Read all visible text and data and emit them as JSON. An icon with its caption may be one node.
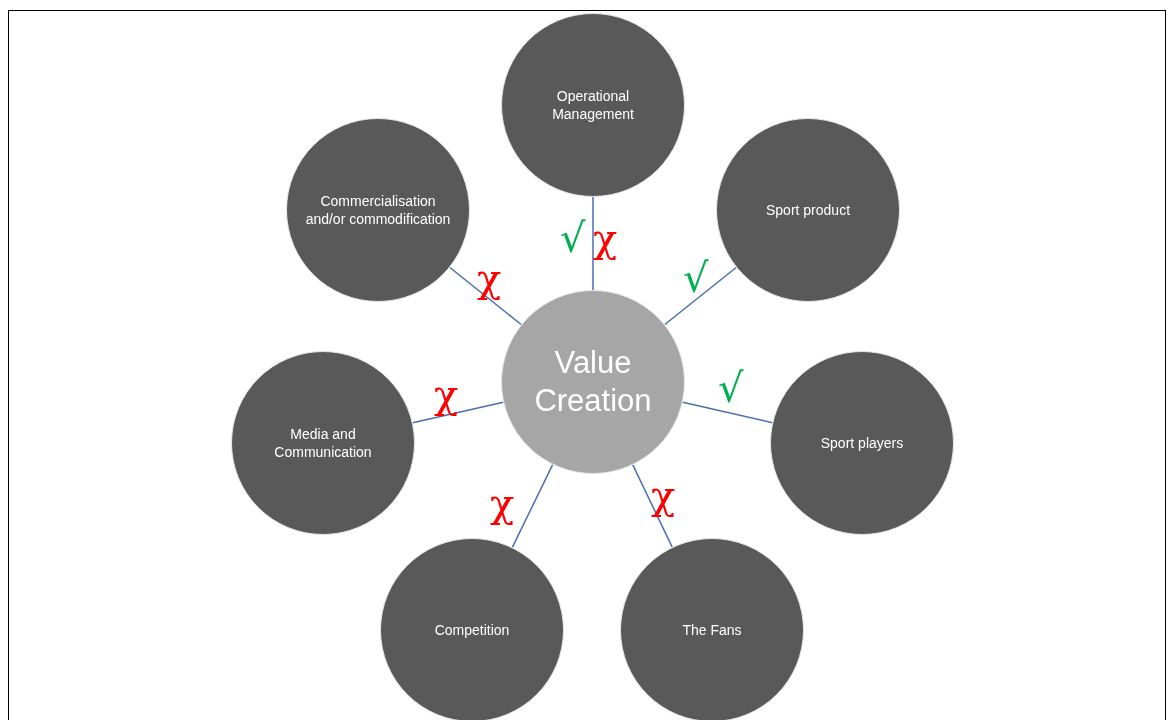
{
  "diagram": {
    "nodes": [
      {
        "text": [
          "Operational Management"
        ]
      },
      {
        "text": [
          "Commercialisation and/or commodification"
        ]
      },
      {
        "text": [
          "Sport product"
        ]
      },
      {
        "text": [
          "Value Creation"
        ]
      },
      {
        "text": [
          "Media and Communication"
        ]
      },
      {
        "text": [
          "Sport players"
        ]
      },
      {
        "text": [
          "Competition"
        ]
      },
      {
        "text": [
          "The Fans"
        ]
      }
    ],
    "edges": [
      {
        "from": 3,
        "to": 0,
        "arrow": "none"
      },
      {
        "from": 3,
        "to": 1,
        "arrow": "none"
      },
      {
        "from": 3,
        "to": 2,
        "arrow": "none"
      },
      {
        "from": 3,
        "to": 4,
        "arrow": "none"
      },
      {
        "from": 3,
        "to": 5,
        "arrow": "none"
      },
      {
        "from": 3,
        "to": 6,
        "arrow": "none"
      },
      {
        "from": 3,
        "to": 7,
        "arrow": "none"
      }
    ],
    "labels": [
      "√",
      "χ",
      "√",
      "χ",
      "√",
      "χ",
      "χ",
      "χ"
    ]
  }
}
